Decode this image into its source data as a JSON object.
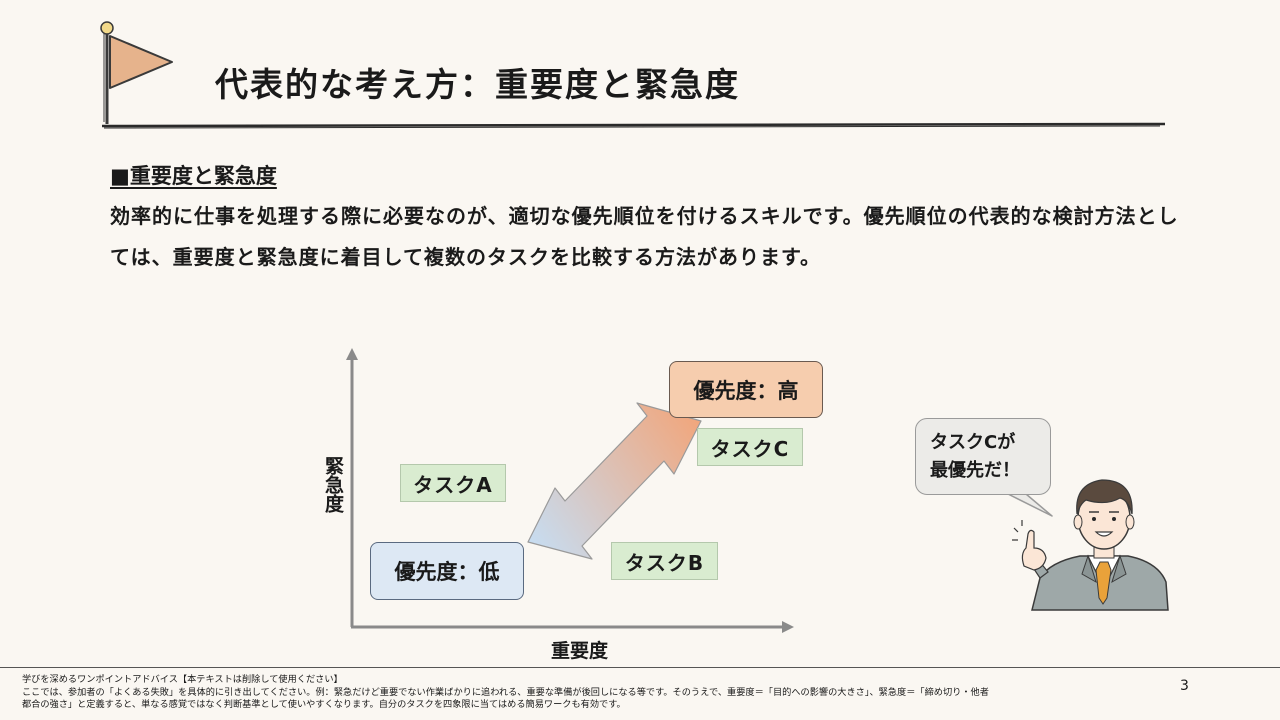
{
  "header": {
    "title": "代表的な考え方：重要度と緊急度"
  },
  "section": {
    "heading": "■重要度と緊急度",
    "body": "効率的に仕事を処理する際に必要なのが、適切な優先順位を付けるスキルです。優先順位の代表的な検討方法としては、重要度と緊急度に着目して複数のタスクを比較する方法があります。"
  },
  "diagram": {
    "y_axis_label": "緊急度",
    "x_axis_label": "重要度",
    "priority_high": "優先度：高",
    "priority_low": "優先度：低",
    "task_a": "タスクA",
    "task_b": "タスクB",
    "task_c": "タスクC",
    "colors": {
      "priority_high_fill": "#f6cdae",
      "priority_low_fill": "#dde8f4",
      "task_fill": "#d9ecd0",
      "arrow_top": "#f1a67c",
      "arrow_bottom": "#c7dcf0"
    }
  },
  "character": {
    "bubble_line1": "タスクCが",
    "bubble_line2": "最優先だ！",
    "illustration": "businessman-pointing"
  },
  "footer": {
    "line1": "学びを深めるワンポイントアドバイス【本テキストは削除して使用ください】",
    "line2": "ここでは、参加者の「よくある失敗」を具体的に引き出してください。例：緊急だけど重要でない作業ばかりに追われる、重要な準備が後回しになる等です。そのうえで、重要度＝「目的への影響の大きさ」、緊急度＝「締め切り・他者",
    "line3": "都合の強さ」と定義すると、単なる感覚ではなく判断基準として使いやすくなります。自分のタスクを四象限に当てはめる簡易ワークも有効です。",
    "page_number": "3"
  }
}
